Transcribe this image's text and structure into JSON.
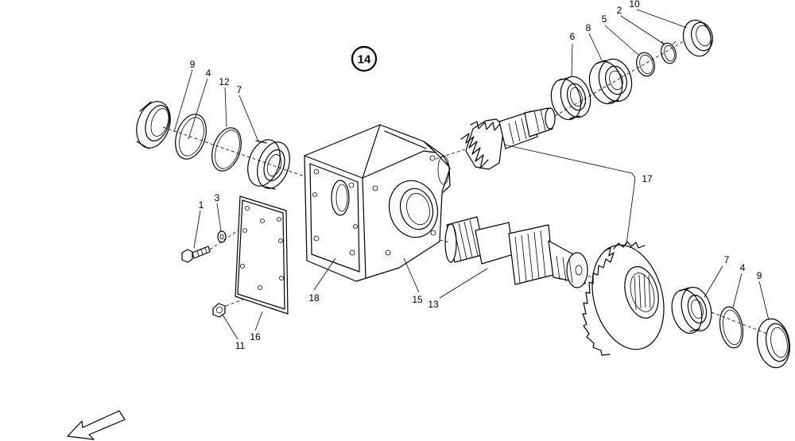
{
  "badge": "14",
  "callouts": {
    "c1": "1",
    "c2": "2",
    "c3": "3",
    "c4a": "4",
    "c4b": "4",
    "c5": "5",
    "c6": "6",
    "c7a": "7",
    "c7b": "7",
    "c8": "8",
    "c9a": "9",
    "c9b": "9",
    "c10": "10",
    "c11": "11",
    "c12": "12",
    "c13": "13",
    "c15": "15",
    "c16": "16",
    "c17": "17",
    "c18": "18"
  },
  "icons": {
    "direction": "arrow-icon"
  }
}
